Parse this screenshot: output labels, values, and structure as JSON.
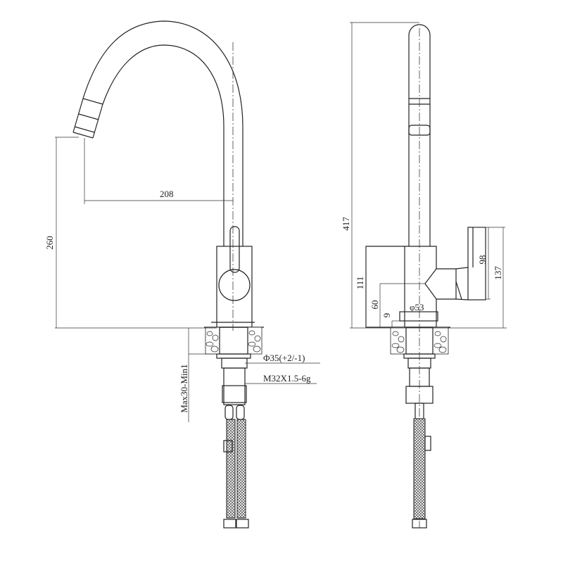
{
  "title": "Kitchen faucet dimension drawing",
  "front_view": {
    "spout_reach": "208",
    "spout_height": "260",
    "hole_diameter": "Φ35(+2/-1)",
    "thread": "M32X1.5-6g",
    "countertop_thickness": "Max30-Min1"
  },
  "side_view": {
    "total_height": "417",
    "body_height": "111",
    "handle_axis_height": "60",
    "base_height": "9",
    "base_diameter": "φ53",
    "handle_length": "98",
    "handle_top_height": "137"
  }
}
